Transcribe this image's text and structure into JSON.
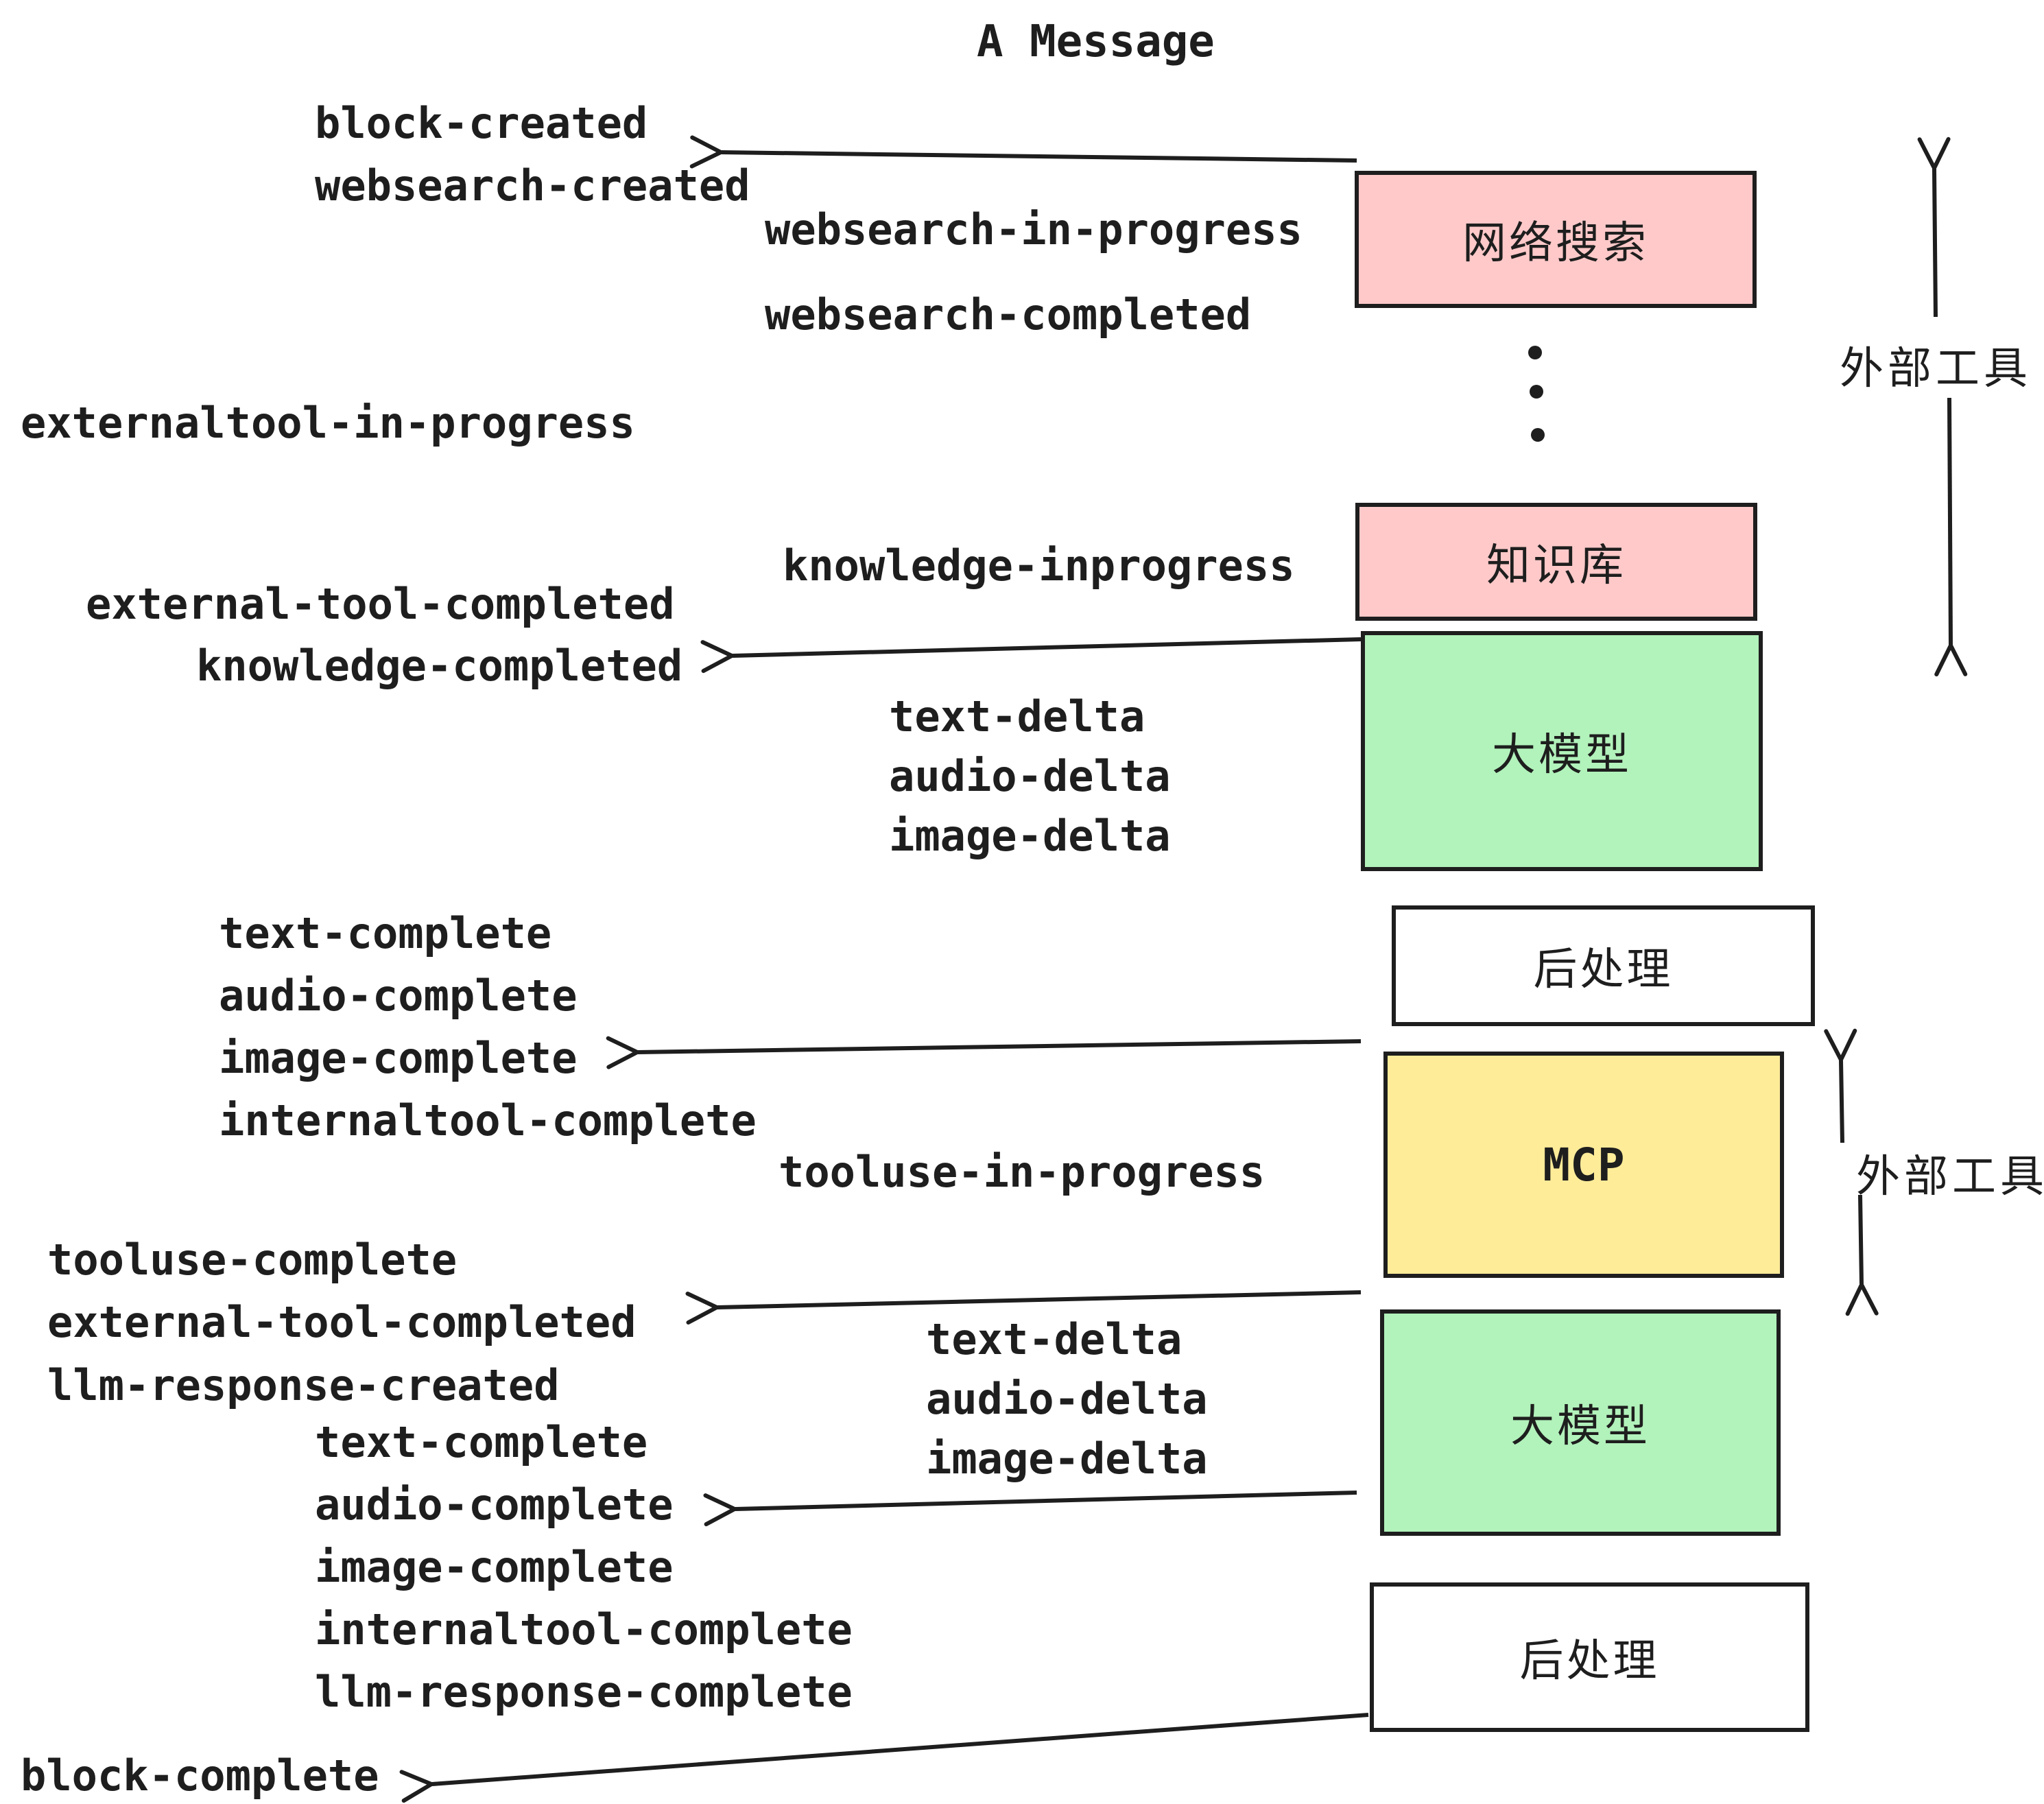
{
  "title": "A Message",
  "colors": {
    "stroke": "#1e1e1e",
    "box_pink": "#ffc9c9",
    "box_green": "#b2f2bb",
    "box_yellow": "#ffec99",
    "box_white": "#ffffff",
    "background": "#ffffff"
  },
  "boxes": {
    "websearch": "网络搜索",
    "knowledge": "知识库",
    "llm_1": "大模型",
    "post_process_1": "后处理",
    "mcp": "MCP",
    "llm_2": "大模型",
    "post_process_2": "后处理"
  },
  "side_labels": {
    "external_tools_top": "外部工具",
    "external_tools_mcp": "外部工具"
  },
  "event_labels": {
    "block_created": "block-created",
    "websearch_created": "websearch-created",
    "websearch_in_progress": "websearch-in-progress",
    "websearch_completed": "websearch-completed",
    "externaltool_in_progress": "externaltool-in-progress",
    "knowledge_inprogress": "knowledge-inprogress",
    "external_tool_completed": "external-tool-completed",
    "knowledge_completed": "knowledge-completed",
    "text_delta_1": "text-delta",
    "audio_delta_1": "audio-delta",
    "image_delta_1": "image-delta",
    "text_complete_1": "text-complete",
    "audio_complete_1": "audio-complete",
    "image_complete_1": "image-complete",
    "internaltool_complete_1": "internaltool-complete",
    "tooluse_in_progress": "tooluse-in-progress",
    "tooluse_complete": "tooluse-complete",
    "external_tool_completed_2": "external-tool-completed",
    "llm_response_created": "llm-response-created",
    "text_complete_2": "text-complete",
    "audio_complete_2": "audio-complete",
    "image_complete_2": "image-complete",
    "internaltool_complete_2": "internaltool-complete",
    "llm_response_complete": "llm-response-complete",
    "text_delta_2": "text-delta",
    "audio_delta_2": "audio-delta",
    "image_delta_2": "image-delta",
    "block_complete": "block-complete"
  }
}
